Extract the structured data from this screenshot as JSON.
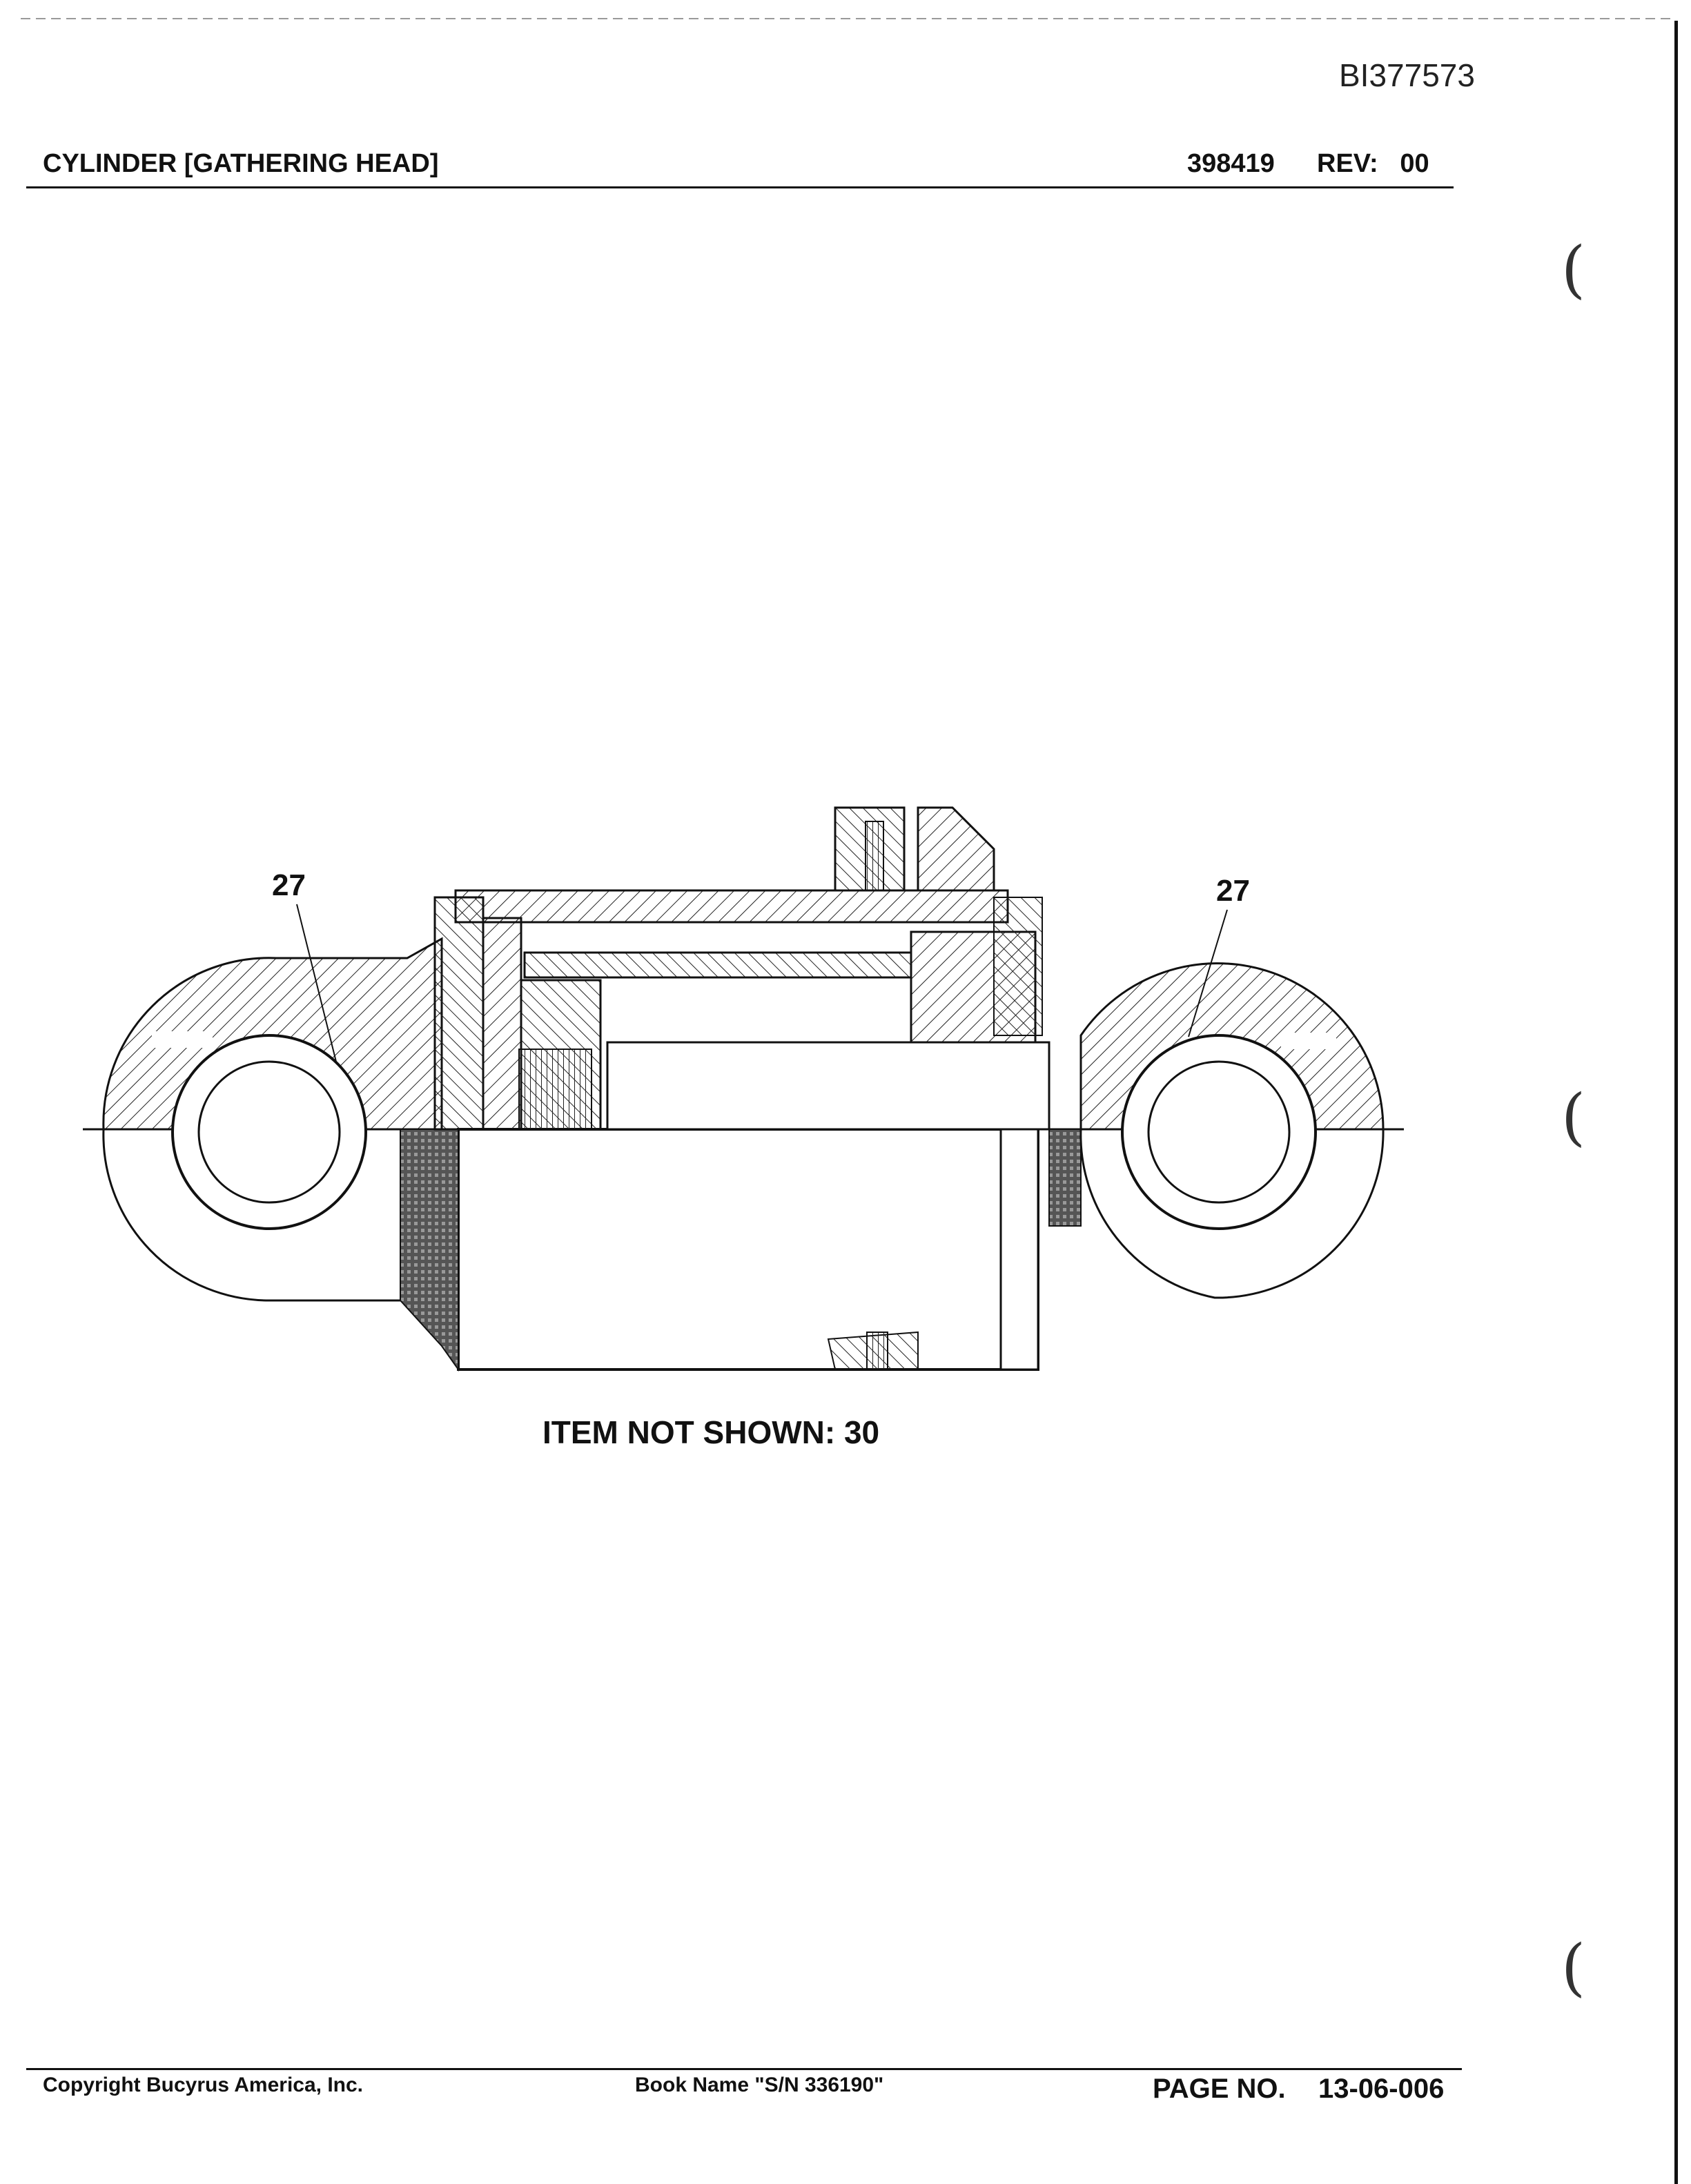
{
  "header": {
    "doc_id": "BI377573",
    "title": "CYLINDER [GATHERING HEAD]",
    "part_number": "398419",
    "rev_label": "REV:",
    "rev_value": "00"
  },
  "drawing": {
    "callout_left": "27",
    "callout_right": "27",
    "note": "ITEM NOT SHOWN: 30"
  },
  "footer": {
    "copyright": "Copyright Bucyrus America, Inc.",
    "book_name": "Book Name \"S/N 336190\"",
    "page_label": "PAGE NO.",
    "page_number": "13-06-006"
  }
}
